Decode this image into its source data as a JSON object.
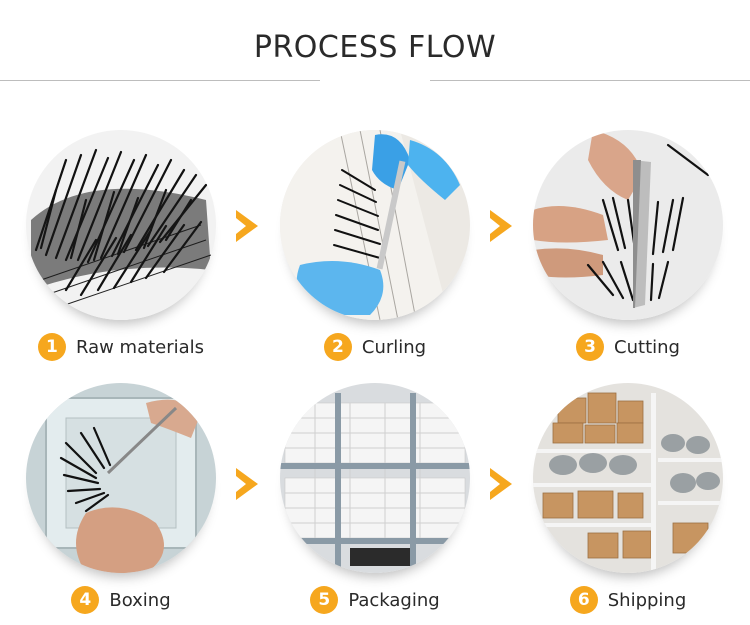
{
  "title": "PROCESS FLOW",
  "accent_color": "#f6a71e",
  "steps": [
    {
      "number": "1",
      "label": "Raw materials",
      "icon": "raw-materials-photo"
    },
    {
      "number": "2",
      "label": "Curling",
      "icon": "curling-photo"
    },
    {
      "number": "3",
      "label": "Cutting",
      "icon": "cutting-photo"
    },
    {
      "number": "4",
      "label": "Boxing",
      "icon": "boxing-photo"
    },
    {
      "number": "5",
      "label": "Packaging",
      "icon": "packaging-photo"
    },
    {
      "number": "6",
      "label": "Shipping",
      "icon": "shipping-photo"
    }
  ],
  "arrow_icon": "chevron-right-icon"
}
